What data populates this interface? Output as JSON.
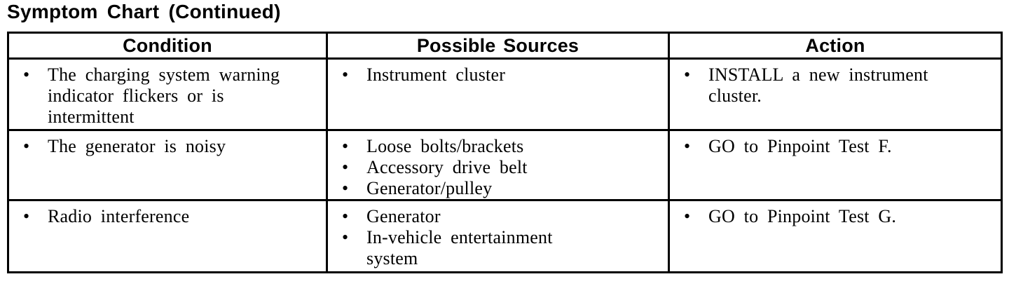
{
  "page_title": "Symptom Chart (Continued)",
  "glyphs": {
    "bullet": "•"
  },
  "colors": {
    "text": "#000000",
    "background": "#ffffff",
    "border": "#000000"
  },
  "table": {
    "headers": [
      "Condition",
      "Possible Sources",
      "Action"
    ],
    "rows": [
      {
        "condition": [
          "The charging system warning\nindicator flickers or is\nintermittent"
        ],
        "sources": [
          "Instrument cluster"
        ],
        "action": [
          "INSTALL a new instrument\ncluster."
        ]
      },
      {
        "condition": [
          "The generator is noisy"
        ],
        "sources": [
          "Loose bolts/brackets",
          "Accessory drive belt",
          "Generator/pulley"
        ],
        "action": [
          "GO to Pinpoint Test F."
        ]
      },
      {
        "condition": [
          "Radio interference"
        ],
        "sources": [
          "Generator",
          "In-vehicle entertainment\nsystem"
        ],
        "action": [
          "GO to Pinpoint Test G."
        ]
      }
    ]
  }
}
